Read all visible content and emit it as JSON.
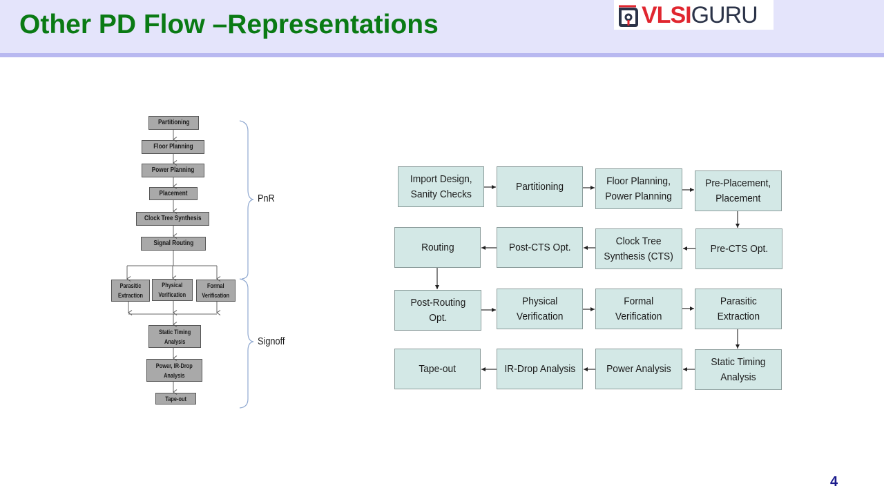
{
  "header": {
    "title": "Other PD Flow –Representations",
    "logo": {
      "text_red": "VLSI",
      "text_dark": "GURU",
      "icon": "vlsiguru-logo-icon",
      "colors": {
        "red": "#e0262f",
        "dark": "#2b3348"
      }
    }
  },
  "page_number": "4",
  "left_flow": {
    "steps": [
      "Partitioning",
      "Floor Planning",
      "Power Planning",
      "Placement",
      "Clock Tree Synthesis",
      "Signal Routing"
    ],
    "parallel_steps": [
      "Parasitic\nExtraction",
      "Physical\nVerification",
      "Formal\nVerification"
    ],
    "final_steps": [
      "Static Timing\nAnalysis",
      "Power, IR-Drop\nAnalysis",
      "Tape-out"
    ],
    "groups": [
      {
        "label": "PnR"
      },
      {
        "label": "Signoff"
      }
    ],
    "colors": {
      "box": "#a9a9a9",
      "brace": "#8fa8d0"
    }
  },
  "right_flow": {
    "rows": [
      [
        "Import Design,\nSanity Checks",
        "Partitioning",
        "Floor  Planning,\nPower Planning",
        "Pre-Placement,\nPlacement"
      ],
      [
        "Routing",
        "Post-CTS Opt.",
        "Clock Tree\nSynthesis (CTS)",
        "Pre-CTS Opt."
      ],
      [
        "Post-Routing\nOpt.",
        "Physical\nVerification",
        "Formal\nVerification",
        "Parasitic\nExtraction"
      ],
      [
        "Tape-out",
        "IR-Drop Analysis",
        "Power Analysis",
        "Static Timing\nAnalysis"
      ]
    ],
    "colors": {
      "box": "#d3e8e6",
      "border": "#8a9b9a"
    }
  }
}
